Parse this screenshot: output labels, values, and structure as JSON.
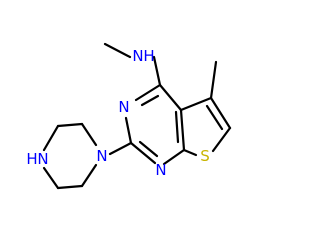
{
  "molecule": {
    "colors": {
      "carbon_bond": "#000000",
      "nitrogen": "#0000ff",
      "sulfur": "#c8b400",
      "background": "#ffffff"
    },
    "atoms": {
      "methylamine_n": "N",
      "methylamine_h": "H",
      "pyrimidine_n3": "N",
      "pyrimidine_n1": "N",
      "piperazine_n1": "N",
      "piperazine_n4": "N",
      "piperazine_h": "H",
      "thiophene_s": "S"
    }
  }
}
